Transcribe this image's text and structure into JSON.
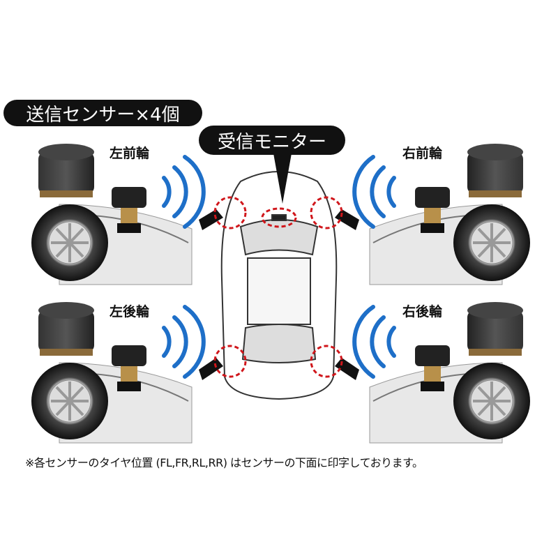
{
  "title": "送信センサー×4個",
  "monitor_label": "受信モニター",
  "wheels": [
    {
      "id": "front-left",
      "label": "左前輪"
    },
    {
      "id": "front-right",
      "label": "右前輪"
    },
    {
      "id": "rear-left",
      "label": "左後輪"
    },
    {
      "id": "rear-right",
      "label": "右後輪"
    }
  ],
  "note": "※各センサーのタイヤ位置 (FL,FR,RL,RR) はセンサーの下面に印字しております。",
  "colors": {
    "signal": "#1e6fc8",
    "highlight": "#d0161b",
    "pill": "#111111"
  }
}
